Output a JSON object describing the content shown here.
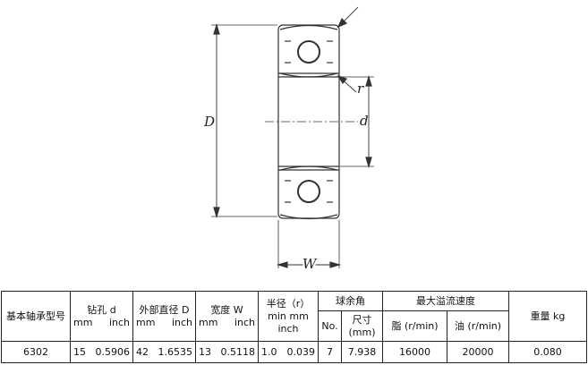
{
  "drawing": {
    "labels": {
      "D": "D",
      "d": "d",
      "r": "r",
      "W": "W"
    }
  },
  "table": {
    "headers": {
      "model": "基本轴承型号",
      "bore": {
        "title": "钻孔 d",
        "mm": "mm",
        "inch": "inch"
      },
      "outer": {
        "title": "外部直径 D",
        "mm": "mm",
        "inch": "inch"
      },
      "width": {
        "title": "宽度 W",
        "mm": "mm",
        "inch": "inch"
      },
      "radius": {
        "title": "半径（r）",
        "unit1": "min mm",
        "unit2": "inch"
      },
      "ball": {
        "title": "球余角",
        "no": "No.",
        "size1": "尺寸",
        "size2": "(mm)"
      },
      "speed": {
        "title": "最大溢流速度",
        "grease": "脂 (r/min)",
        "oil": "油 (r/min)"
      },
      "weight": "重量 kg"
    },
    "row": {
      "model": "6302",
      "bore_mm": "15",
      "bore_inch": "0.5906",
      "outer_mm": "42",
      "outer_inch": "1.6535",
      "width_mm": "13",
      "width_inch": "0.5118",
      "radius_mm": "1.0",
      "radius_inch": "0.039",
      "ball_no": "7",
      "ball_size": "7.938",
      "speed_grease": "16000",
      "speed_oil": "20000",
      "weight": "0.080"
    }
  }
}
